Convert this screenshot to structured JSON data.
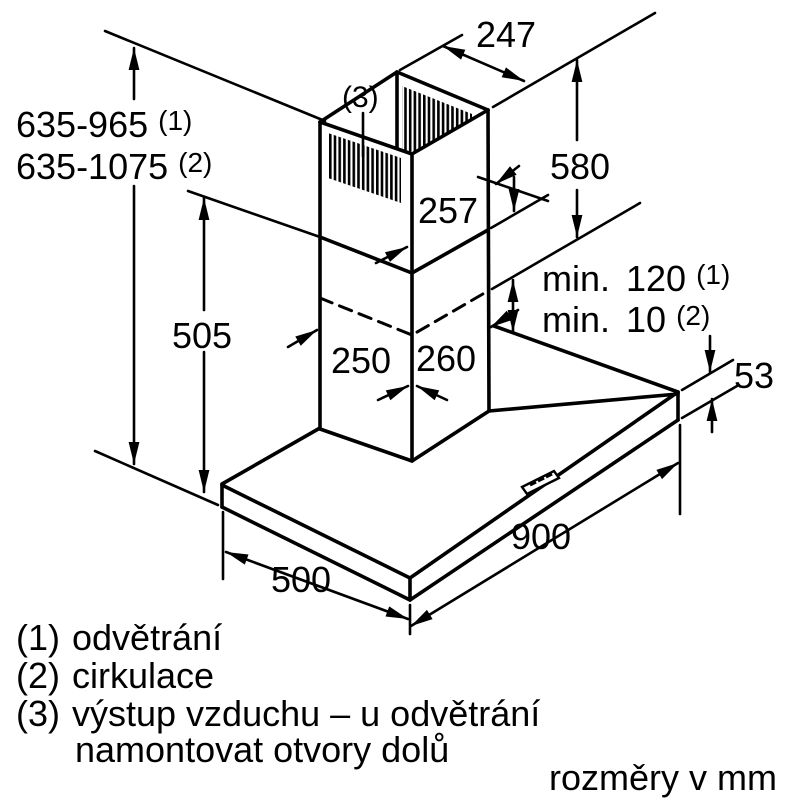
{
  "diagram_type": "appliance dimension drawing",
  "units_note": "rozměry v mm",
  "colors": {
    "line": "#000000",
    "background": "#ffffff",
    "text": "#000000"
  },
  "dimensions": {
    "total_height_vented": {
      "value": "635-965",
      "ref": "(1)"
    },
    "total_height_recirculation": {
      "value": "635-1075",
      "ref": "(2)"
    },
    "chimney_top_depth": "247",
    "upper_chimney_height": "580",
    "upper_chimney_visible_height": "257",
    "min_clearance_vented": {
      "value": "min. 120",
      "ref": "(1)"
    },
    "min_clearance_recirculation": {
      "value": "min. 10",
      "ref": "(2)"
    },
    "lower_chimney_height": "505",
    "chimney_width": "250",
    "chimney_depth": "260",
    "canopy_thickness": "53",
    "canopy_width": "900",
    "canopy_depth": "500"
  },
  "callouts": {
    "air_outlet_ref": "(3)"
  },
  "legend": [
    {
      "ref": "(1)",
      "text": "odvětrání"
    },
    {
      "ref": "(2)",
      "text": "cirkulace"
    },
    {
      "ref": "(3)",
      "text": "výstup vzduchu – u odvětrání",
      "text_line2": "namontovat otvory dolů"
    }
  ]
}
